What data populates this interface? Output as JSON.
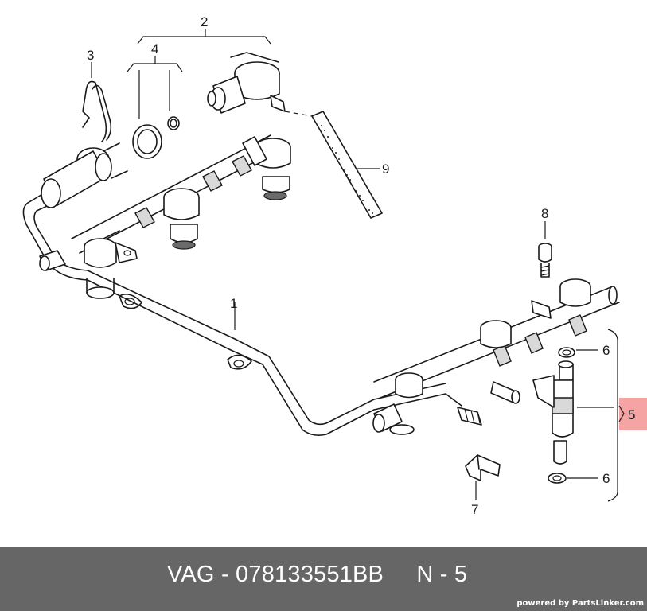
{
  "diagram": {
    "callouts": {
      "c1": "1",
      "c2": "2",
      "c3": "3",
      "c4": "4",
      "c5": "5",
      "c6a": "6",
      "c6b": "6",
      "c7": "7",
      "c8": "8",
      "c9": "9"
    },
    "highlight_color": "#f5a3a3"
  },
  "footer": {
    "code": "VAG - 078133551BB     N - 5",
    "credit": "powered by PartsLinker.com",
    "background": "#666666"
  }
}
